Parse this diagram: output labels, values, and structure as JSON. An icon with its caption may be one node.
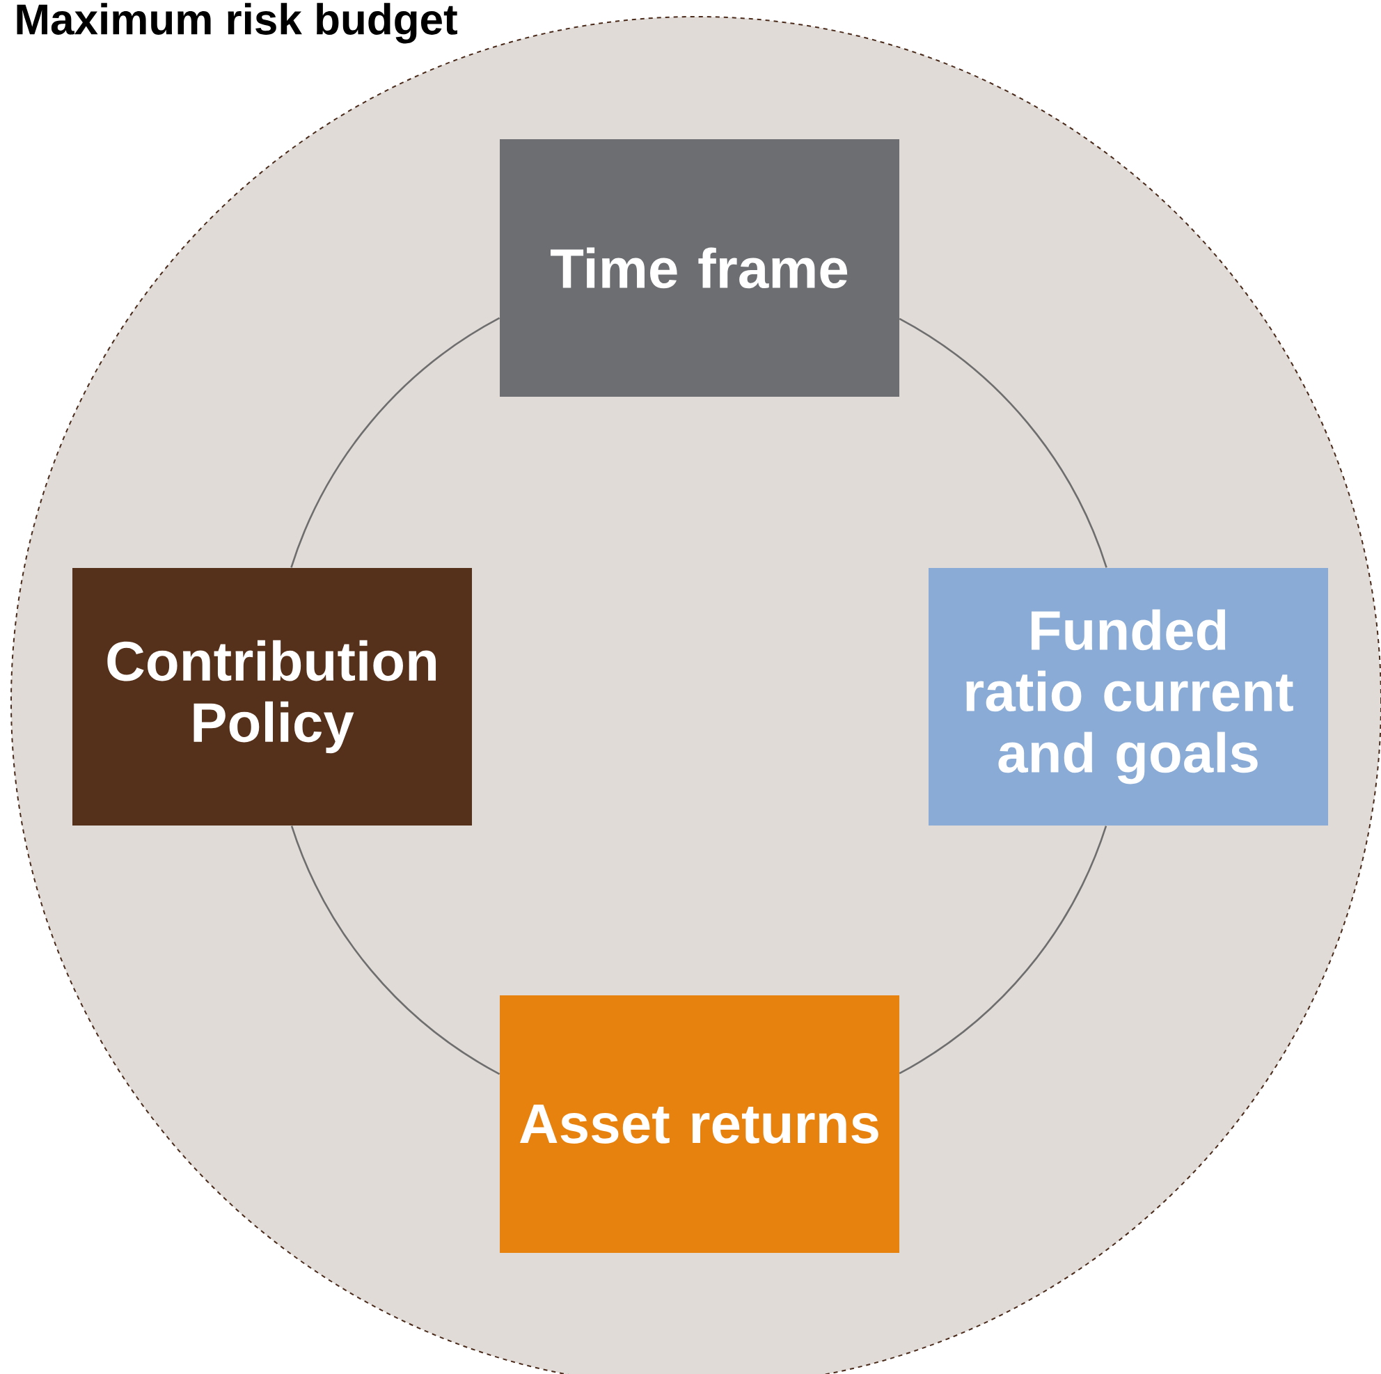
{
  "diagram": {
    "nodes": [
      {
        "text": [
          "Maximum risk budget"
        ]
      },
      {
        "text": [
          "Time frame"
        ],
        "in": 0
      },
      {
        "text": [
          "Contribution Policy"
        ],
        "in": 0
      },
      {
        "text": [
          "Funded ratio current and goals"
        ],
        "in": 0
      },
      {
        "text": [
          "Asset returns"
        ],
        "in": 0
      }
    ],
    "edges": [
      {
        "from": 1,
        "to": 3,
        "arrow": "none"
      },
      {
        "from": 3,
        "to": 4,
        "arrow": "none"
      },
      {
        "from": 4,
        "to": 2,
        "arrow": "none"
      },
      {
        "from": 2,
        "to": 1,
        "arrow": "none"
      }
    ]
  }
}
